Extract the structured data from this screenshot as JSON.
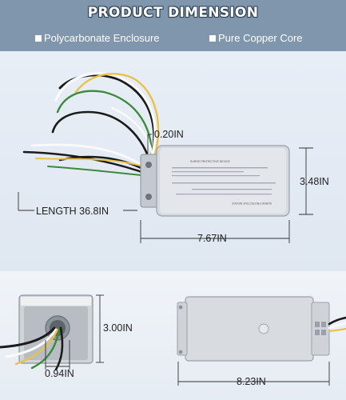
{
  "header": {
    "title": "PRODUCT DIMENSION",
    "features": [
      "Polycarbonate Enclosure",
      "Pure Copper Core"
    ]
  },
  "device": {
    "label_front": "SURGE PROTECTIVE DEVICE",
    "label_back": "SURGE PROTECTIVE DEVICE"
  },
  "dimensions": {
    "thickness": "0.20IN",
    "height": "3.48IN",
    "length": "LENGTH 36.8IN",
    "width": "7.67IN",
    "side_height": "3.00IN",
    "side_hole": "0.94IN",
    "back_width": "8.23IN"
  },
  "colors": {
    "header_bg": "#7f96ad",
    "enclosure": "#d6dadf",
    "wire_black": "#1b1b1b",
    "wire_white": "#fafafa",
    "wire_yellow": "#e9c24a",
    "wire_green": "#3c8a3c"
  }
}
